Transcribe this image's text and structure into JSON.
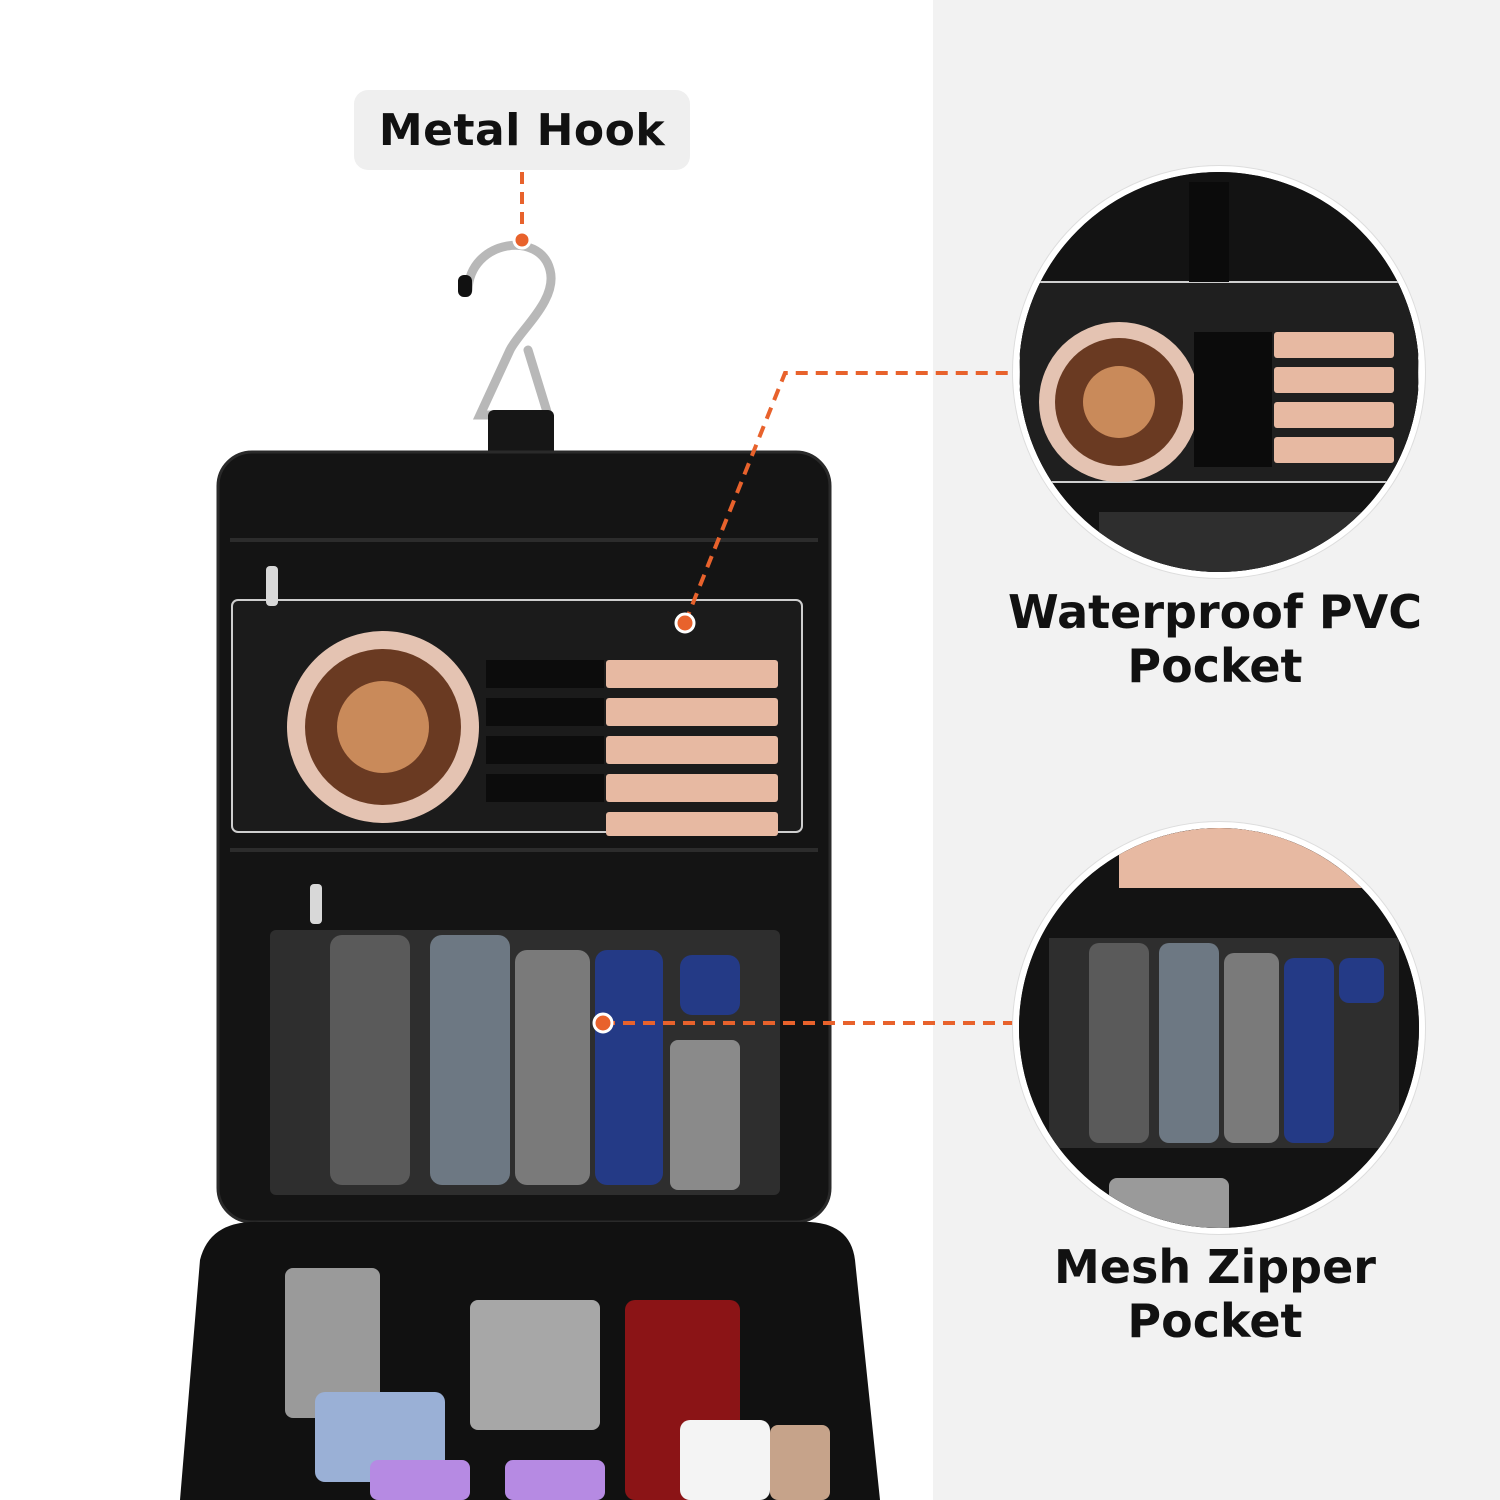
{
  "labels": {
    "hook": "Metal Hook",
    "pvc": {
      "line1": "Waterproof PVC",
      "line2": "Pocket"
    },
    "mesh": {
      "line1": "Mesh Zipper",
      "line2": "Pocket"
    }
  },
  "colors": {
    "accent": "#e8622c",
    "bag": "#141414",
    "right_bg": "#f2f2f2",
    "label_bg": "#efefef"
  }
}
